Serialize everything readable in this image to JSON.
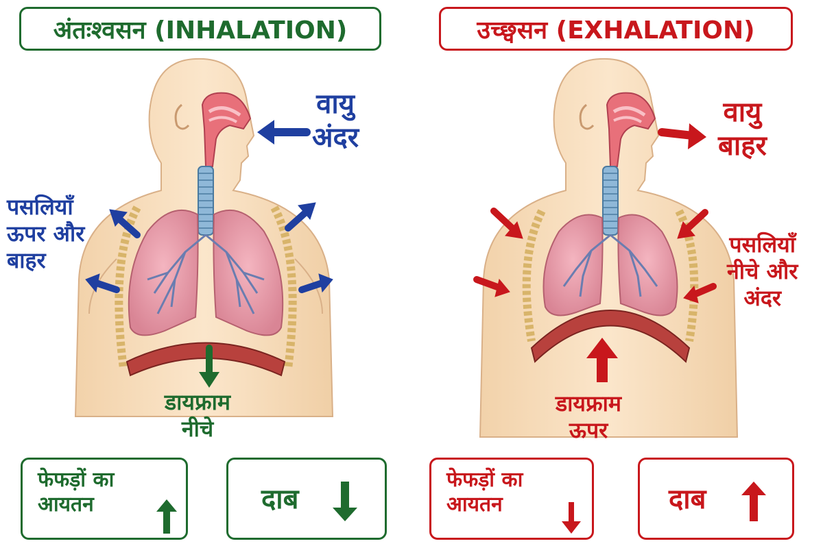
{
  "inhalation": {
    "title": "अंतःश्वसन (INHALATION)",
    "air_label_1": "वायु",
    "air_label_2": "अंदर",
    "ribs_label_1": "पसलियाँ",
    "ribs_label_2": "ऊपर और",
    "ribs_label_3": "बाहर",
    "diaphragm_label_1": "डायफ्राम",
    "diaphragm_label_2": "नीचे",
    "volume_box_1": "फेफड़ों का",
    "volume_box_2": "आयतन",
    "volume_arrow": "up-arrow-icon",
    "pressure_box": "दाब",
    "pressure_arrow": "down-arrow-icon",
    "color": "#1e6b2e",
    "arrow_color": "#1f3fa0"
  },
  "exhalation": {
    "title": "उच्छ्वसन (EXHALATION)",
    "air_label_1": "वायु",
    "air_label_2": "बाहर",
    "ribs_label_1": "पसलियाँ",
    "ribs_label_2": "नीचे और",
    "ribs_label_3": "अंदर",
    "diaphragm_label_1": "डायफ्राम",
    "diaphragm_label_2": "ऊपर",
    "volume_box_1": "फेफड़ों का",
    "volume_box_2": "आयतन",
    "volume_arrow": "down-arrow-icon",
    "pressure_box": "दाब",
    "pressure_arrow": "up-arrow-icon",
    "color": "#c8171c",
    "arrow_color": "#c8171c"
  }
}
